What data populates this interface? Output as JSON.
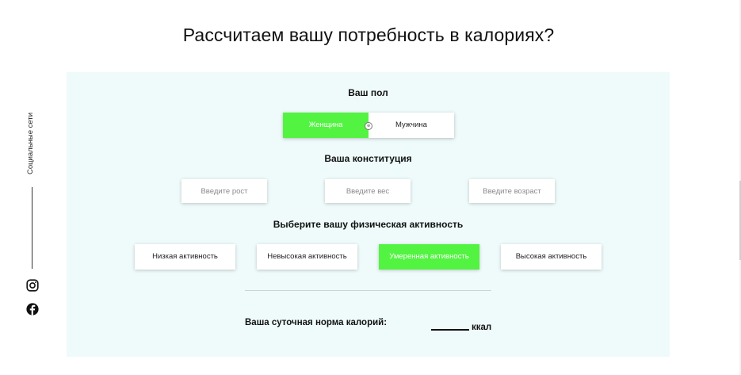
{
  "page": {
    "title": "Рассчитаем вашу потребность в калориях?"
  },
  "sidebar": {
    "social_label": "Социальные сети",
    "icons": [
      "instagram-icon",
      "facebook-icon"
    ]
  },
  "calculator": {
    "gender_title": "Ваш пол",
    "gender_options": [
      "Женщина",
      "Мужчина"
    ],
    "gender_selected": "Женщина",
    "constitution_title": "Ваша конституция",
    "height_placeholder": "Введите рост",
    "weight_placeholder": "Введите вес",
    "age_placeholder": "Введите возраст",
    "activity_title": "Выберите вашу физическая активность",
    "activity_options": [
      "Низкая активность",
      "Невысокая активность",
      "Умеренная активность",
      "Высокая активность"
    ],
    "activity_selected": "Умеренная активность",
    "result_label": "Ваша суточная норма калорий:",
    "result_value": "",
    "result_unit": "ккал"
  },
  "colors": {
    "accent": "#53f342",
    "panel_background": "#effbfb"
  }
}
